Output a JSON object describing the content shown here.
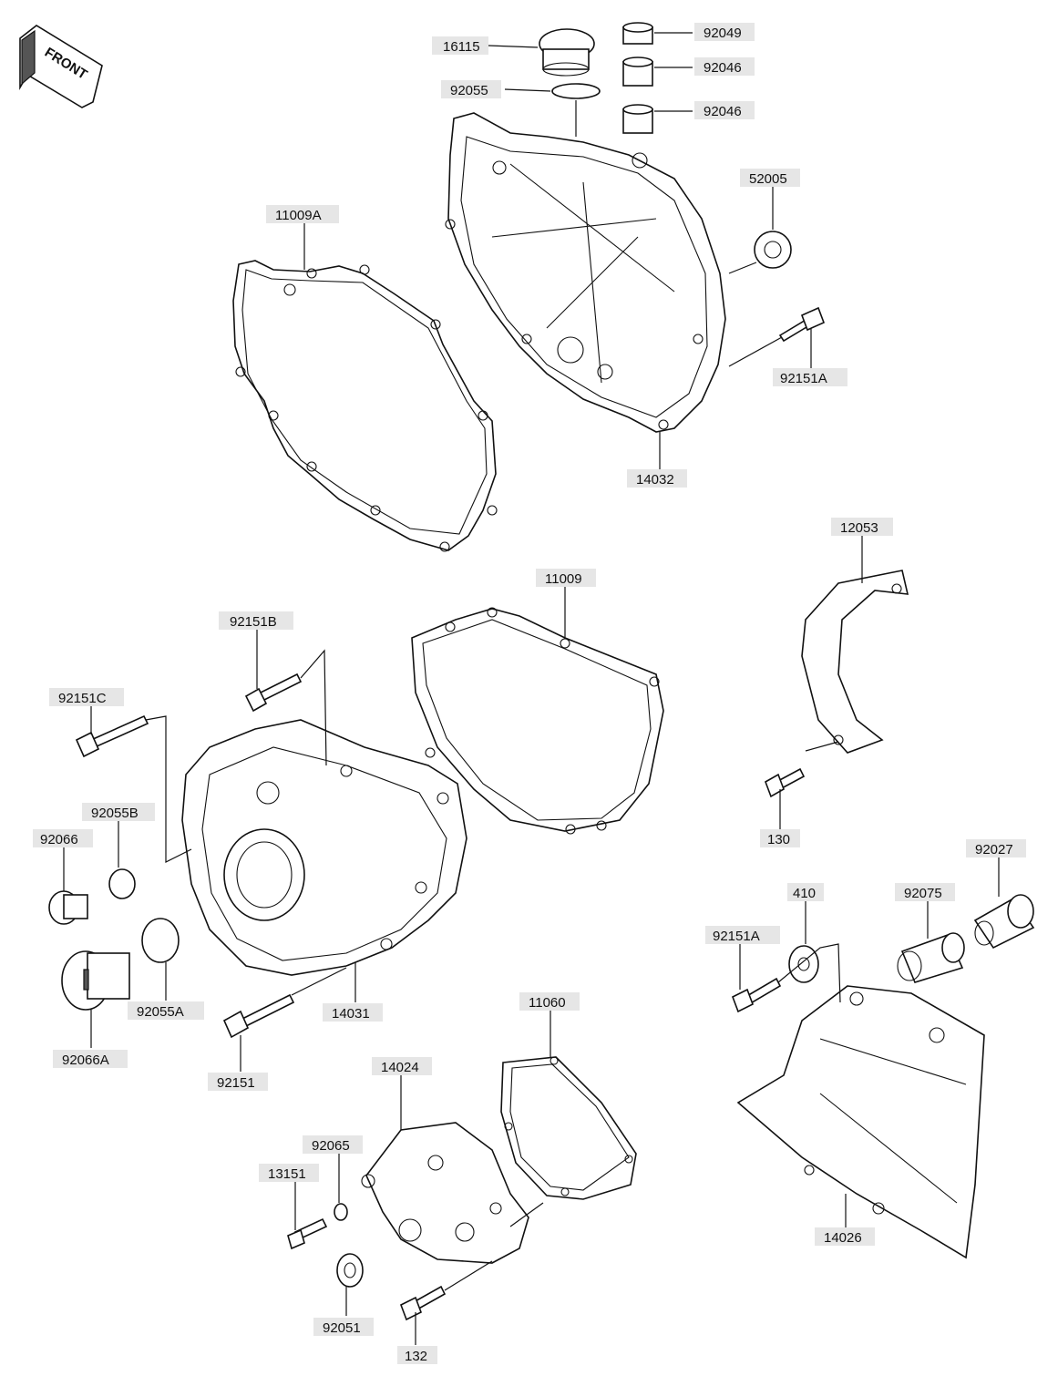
{
  "front_arrow_text": "FRONT",
  "callouts": [
    "16115",
    "92049",
    "92046",
    "92046",
    "92055",
    "52005",
    "11009A",
    "92151A",
    "14032",
    "12053",
    "11009",
    "92151B",
    "92151C",
    "92055B",
    "92066",
    "130",
    "92027",
    "410",
    "92075",
    "92151A",
    "92055A",
    "14031",
    "92066A",
    "11060",
    "92151",
    "14024",
    "92065",
    "13151",
    "14026",
    "92051",
    "132"
  ],
  "colors": {
    "line": "#111111",
    "label_bg": "#e6e6e6",
    "background": "#ffffff"
  }
}
